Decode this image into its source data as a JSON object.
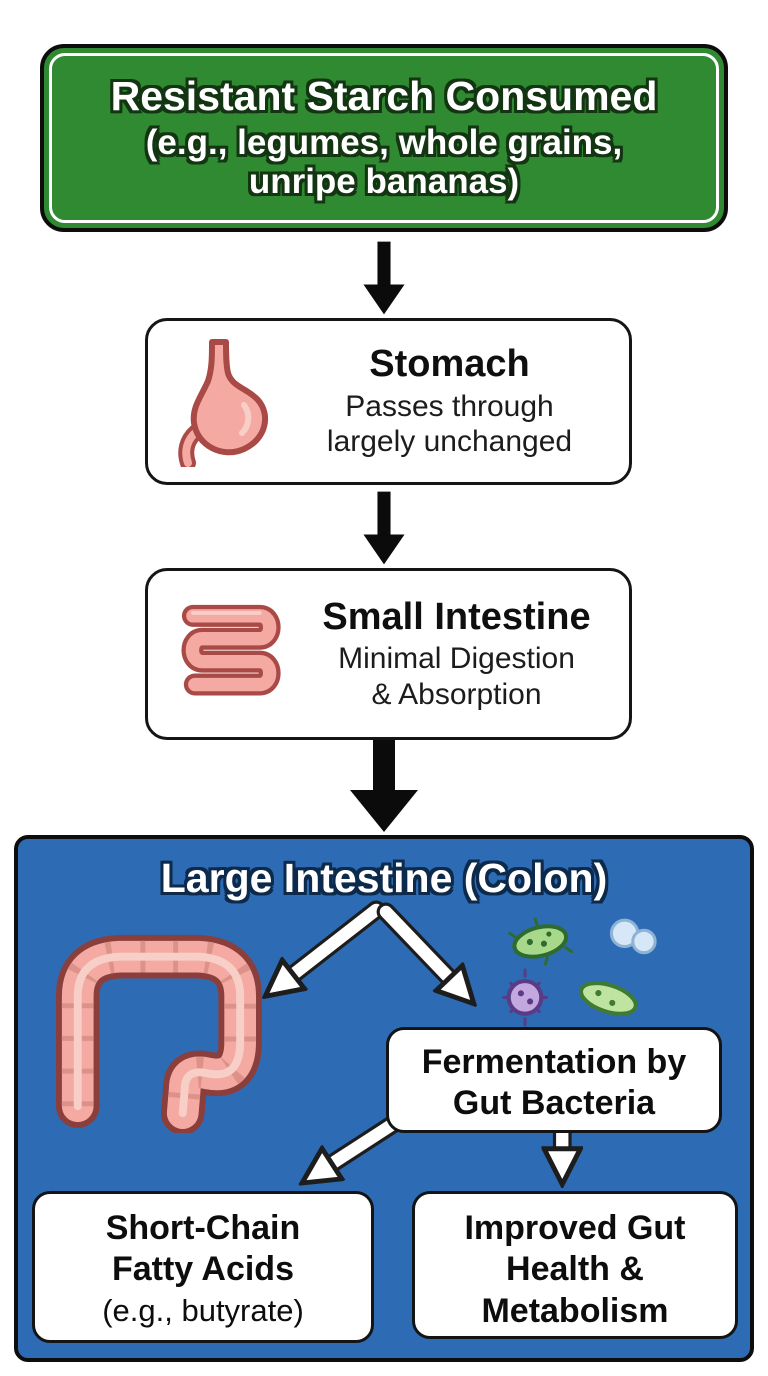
{
  "header": {
    "title": "Resistant Starch Consumed",
    "subtitle": "(e.g., legumes, whole grains,\nunripe bananas)"
  },
  "stomach": {
    "title": "Stomach",
    "description": "Passes through\nlargely unchanged",
    "icon": "stomach-icon"
  },
  "small_intestine": {
    "title": "Small Intestine",
    "description": "Minimal Digestion\n& Absorption",
    "icon": "small-intestine-icon"
  },
  "colon": {
    "title": "Large Intestine (Colon)",
    "icon": "colon-icon",
    "bacteria_icon": "gut-bacteria-icon",
    "fermentation": "Fermentation by\nGut Bacteria",
    "scfa": {
      "title": "Short-Chain\nFatty Acids",
      "note": "(e.g., butyrate)"
    },
    "health": "Improved Gut\nHealth &\nMetabolism"
  },
  "colors": {
    "header_green": "#2f8a32",
    "colon_blue": "#2d6cb4",
    "organ_pink": "#f4aaa2",
    "organ_outline": "#a94a47",
    "arrow_black": "#0b0b0b",
    "box_border": "#141414",
    "flow_arrow_white": "#ffffff"
  }
}
